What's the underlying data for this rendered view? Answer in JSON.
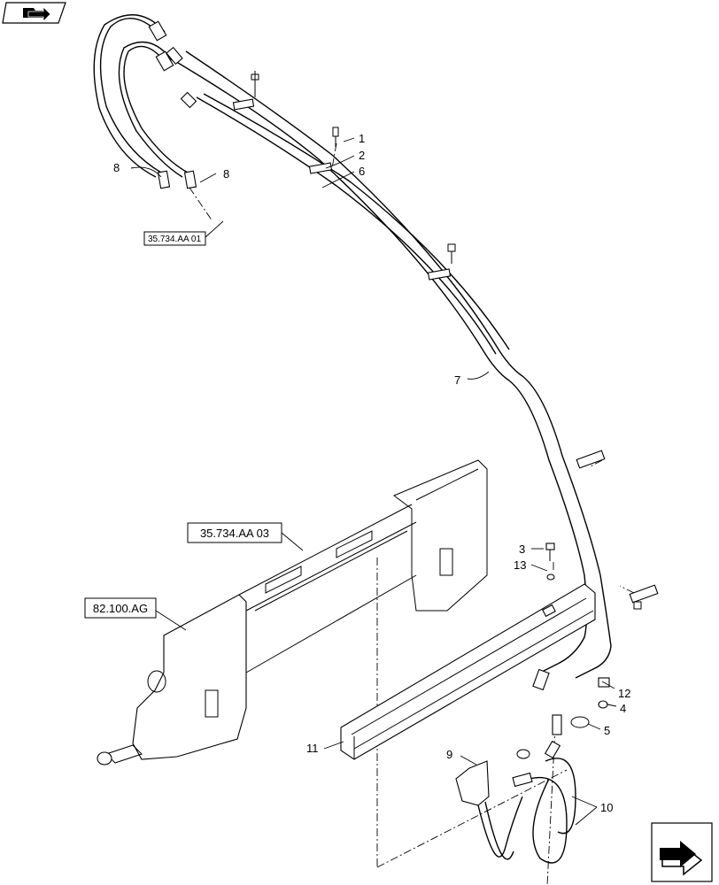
{
  "callouts": {
    "c1": "1",
    "c2": "2",
    "c3": "3",
    "c4": "4",
    "c5": "5",
    "c6": "6",
    "c7": "7",
    "c8a": "8",
    "c8b": "8",
    "c9": "9",
    "c10": "10",
    "c11": "11",
    "c12": "12",
    "c13": "13"
  },
  "references": {
    "ref_aa01": "35.734.AA 01",
    "ref_aa03": "35.734.AA 03",
    "ref_ag": "82.100.AG"
  },
  "icons": {
    "top_left": "book-arrow-icon",
    "bottom_right": "next-page-arrow-icon"
  }
}
